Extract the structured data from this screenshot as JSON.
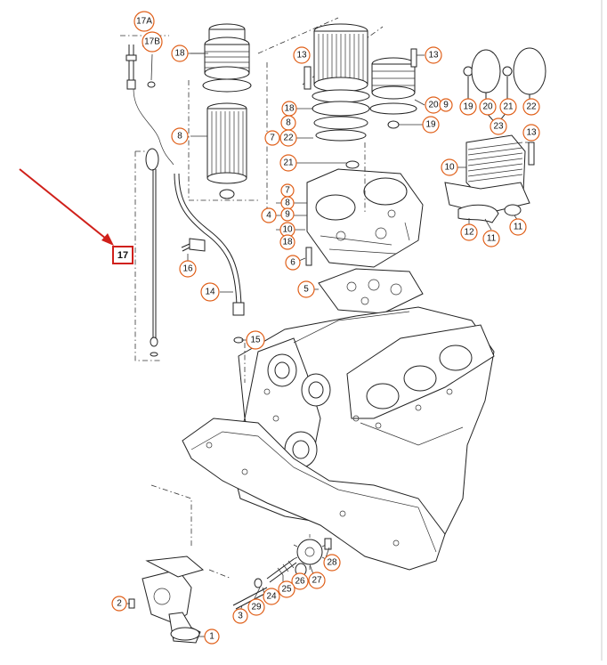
{
  "highlight": {
    "label": "17",
    "color": "#d0201a"
  },
  "accent_color": "#e0601a",
  "callouts": [
    {
      "id": "c17A",
      "label": "17A"
    },
    {
      "id": "c17B",
      "label": "17B"
    },
    {
      "id": "c18a",
      "label": "18"
    },
    {
      "id": "c8a",
      "label": "8"
    },
    {
      "id": "c16",
      "label": "16"
    },
    {
      "id": "c14",
      "label": "14"
    },
    {
      "id": "c15",
      "label": "15"
    },
    {
      "id": "c13a",
      "label": "13"
    },
    {
      "id": "c18b",
      "label": "18"
    },
    {
      "id": "c8b",
      "label": "8"
    },
    {
      "id": "c7a",
      "label": "7"
    },
    {
      "id": "c22a",
      "label": "22"
    },
    {
      "id": "c21a",
      "label": "21"
    },
    {
      "id": "c7b",
      "label": "7"
    },
    {
      "id": "c8c",
      "label": "8"
    },
    {
      "id": "c9a",
      "label": "9"
    },
    {
      "id": "c4",
      "label": "4"
    },
    {
      "id": "c10a",
      "label": "10"
    },
    {
      "id": "c18c",
      "label": "18"
    },
    {
      "id": "c6",
      "label": "6"
    },
    {
      "id": "c5",
      "label": "5"
    },
    {
      "id": "c13b",
      "label": "13"
    },
    {
      "id": "c20a",
      "label": "20"
    },
    {
      "id": "c9b",
      "label": "9"
    },
    {
      "id": "c19a",
      "label": "19"
    },
    {
      "id": "c19b",
      "label": "19"
    },
    {
      "id": "c20b",
      "label": "20"
    },
    {
      "id": "c21b",
      "label": "21"
    },
    {
      "id": "c22b",
      "label": "22"
    },
    {
      "id": "c23",
      "label": "23"
    },
    {
      "id": "c13c",
      "label": "13"
    },
    {
      "id": "c10b",
      "label": "10"
    },
    {
      "id": "c12",
      "label": "12"
    },
    {
      "id": "c11a",
      "label": "11"
    },
    {
      "id": "c11b",
      "label": "11"
    },
    {
      "id": "c28",
      "label": "28"
    },
    {
      "id": "c27",
      "label": "27"
    },
    {
      "id": "c26",
      "label": "26"
    },
    {
      "id": "c25",
      "label": "25"
    },
    {
      "id": "c24",
      "label": "24"
    },
    {
      "id": "c29",
      "label": "29"
    },
    {
      "id": "c3",
      "label": "3"
    },
    {
      "id": "c2",
      "label": "2"
    },
    {
      "id": "c1",
      "label": "1"
    }
  ]
}
